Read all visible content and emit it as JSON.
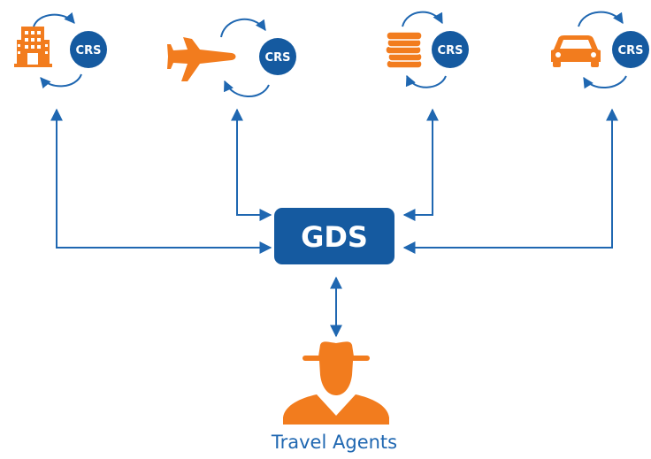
{
  "colors": {
    "blue": "#1f67b1",
    "dark_blue": "#155aa0",
    "orange": "#f27c1e"
  },
  "gds": {
    "label": "GDS"
  },
  "agents": {
    "label": "Travel Agents",
    "icon": "travel-agent-icon"
  },
  "suppliers": [
    {
      "icon": "hotel-icon",
      "crs_label": "CRS"
    },
    {
      "icon": "airplane-icon",
      "crs_label": "CRS"
    },
    {
      "icon": "coin-stack-icon",
      "crs_label": "CRS"
    },
    {
      "icon": "car-icon",
      "crs_label": "CRS"
    }
  ]
}
